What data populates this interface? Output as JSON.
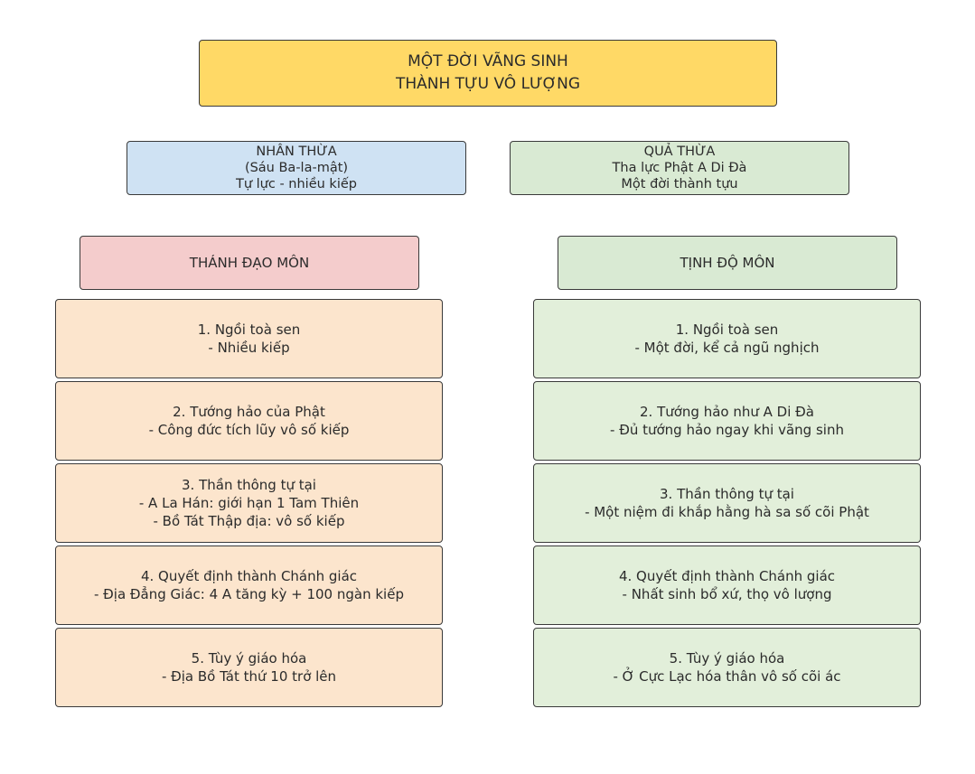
{
  "title": {
    "line1": "MỘT ĐỜI VÃNG SINH",
    "line2": "THÀNH TỰU VÔ LƯỢNG"
  },
  "nhan_thua": {
    "lines": [
      "NHÂN THỪA",
      "(Sáu Ba-la-mật)",
      "Tự lực - nhiều kiếp"
    ]
  },
  "qua_thua": {
    "lines": [
      "QUẢ THỪA",
      "Tha lực Phật A Di Đà",
      "Một đời thành tựu"
    ]
  },
  "left_column": {
    "header": "THÁNH ĐẠO MÔN",
    "items": [
      {
        "lines": [
          "1. Ngồi toà sen",
          "- Nhiều kiếp"
        ]
      },
      {
        "lines": [
          "2. Tướng hảo của Phật",
          "- Công đức tích lũy vô số kiếp"
        ]
      },
      {
        "lines": [
          "3. Thần thông tự tại",
          "- A La Hán: giới hạn 1 Tam Thiên",
          "- Bồ Tát Thập địa: vô số kiếp"
        ]
      },
      {
        "lines": [
          "4. Quyết định thành Chánh giác",
          "- Địa Đẳng Giác: 4 A tăng kỳ + 100 ngàn kiếp"
        ]
      },
      {
        "lines": [
          "5. Tùy ý giáo hóa",
          "- Địa Bồ Tát thứ 10 trở lên"
        ]
      }
    ]
  },
  "right_column": {
    "header": "TỊNH ĐỘ MÔN",
    "items": [
      {
        "lines": [
          "1. Ngồi toà sen",
          "- Một đời, kể cả ngũ nghịch"
        ]
      },
      {
        "lines": [
          "2. Tướng hảo như A Di Đà",
          "- Đủ tướng hảo ngay khi vãng sinh"
        ]
      },
      {
        "lines": [
          "3. Thần thông tự tại",
          "- Một niệm đi khắp hằng hà sa số cõi Phật"
        ]
      },
      {
        "lines": [
          "4. Quyết định thành Chánh giác",
          "- Nhất sinh bổ xứ, thọ vô lượng"
        ]
      },
      {
        "lines": [
          "5. Tùy ý giáo hóa",
          "- Ở Cực Lạc hóa thân vô số cõi ác"
        ]
      }
    ]
  },
  "colors": {
    "title": "#ffd966",
    "nhan_thua": "#cfe2f3",
    "qua_thua": "#d9ead3",
    "thanh_dao_header": "#f4cccc",
    "tinh_do_header": "#d9ead3",
    "left_items": "#fce5cd",
    "right_items": "#e2efda"
  }
}
